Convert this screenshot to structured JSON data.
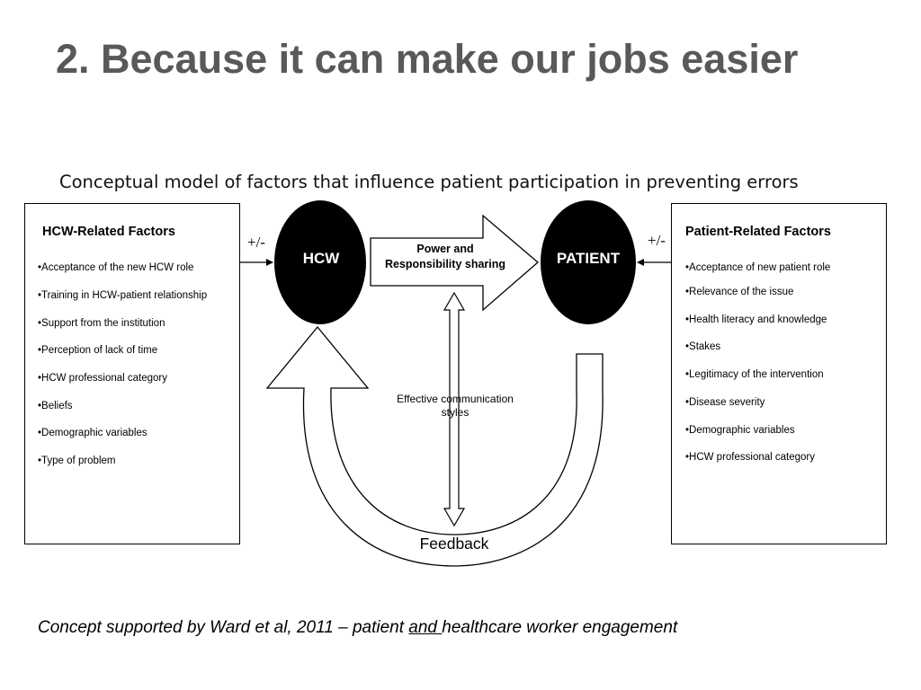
{
  "slide": {
    "title": "2. Because it can make our jobs easier",
    "subtitle": "Conceptual model of factors that influence patient participation in preventing errors"
  },
  "hcw_box": {
    "heading": "HCW-Related Factors",
    "items": [
      "•Acceptance of the new HCW role",
      "•Training in HCW-patient relationship",
      "•Support from the institution",
      "•Perception of lack of time",
      "•HCW professional category",
      "•Beliefs",
      "•Demographic variables",
      "•Type of problem"
    ]
  },
  "patient_box": {
    "heading": "Patient-Related Factors",
    "items": [
      "•Acceptance of new patient role",
      "•Relevance of the issue",
      "•Health literacy and knowledge",
      "•Stakes",
      "•Legitimacy of the intervention",
      "•Disease severity",
      "•Demographic variables",
      "•HCW professional category"
    ]
  },
  "diagram": {
    "hcw_label": "HCW",
    "patient_label": "PATIENT",
    "power_label_line1": "Power and",
    "power_label_line2": "Responsibility sharing",
    "communication_line1": "Effective communication",
    "communication_line2": "styles",
    "feedback_label": "Feedback",
    "left_influence": "+/-",
    "right_influence": "+/-"
  },
  "footer": {
    "note_before": "Concept supported by Ward et al, 2011 – patient ",
    "note_underlined": "and ",
    "note_after": "healthcare worker engagement"
  }
}
